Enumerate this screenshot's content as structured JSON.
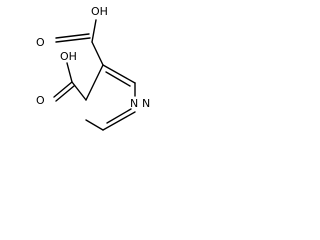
{
  "molecule": {
    "atoms": {
      "oh_top": "OH",
      "o_top": "O",
      "n_upper": "N",
      "n_lower": "N",
      "oh_bottom": "OH",
      "o_bottom": "O"
    }
  }
}
